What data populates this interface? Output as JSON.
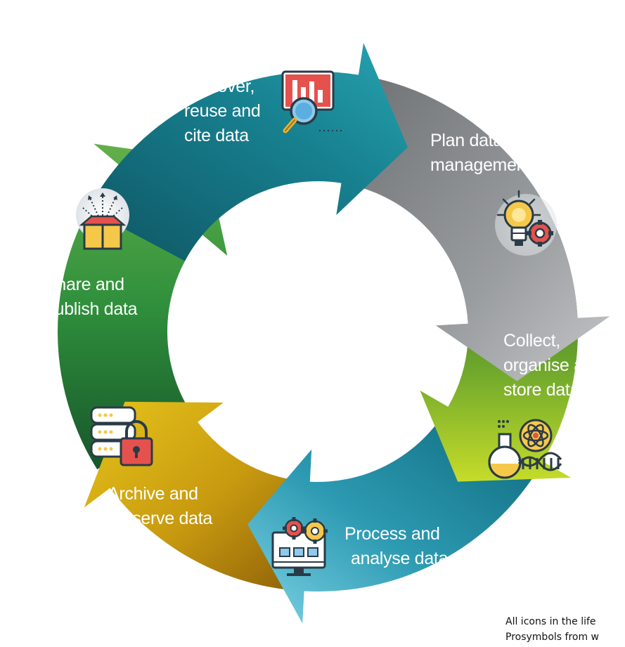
{
  "stages": [
    {
      "id": "discover",
      "lines": [
        "Discover,",
        "reuse and",
        "cite data"
      ],
      "icon": "dashboard-magnifier-icon",
      "color": "#147888"
    },
    {
      "id": "plan",
      "lines": [
        "Plan data",
        "management"
      ],
      "icon": "lightbulb-gear-icon",
      "color": "#8c8f92"
    },
    {
      "id": "collect",
      "lines": [
        "Collect,",
        "organise and",
        "store data"
      ],
      "icon": "science-flask-atom-dna-icon",
      "color": "#6fa82c"
    },
    {
      "id": "process",
      "lines": [
        "Process and",
        "analyse data"
      ],
      "icon": "computer-gears-icon",
      "color": "#1f8fa6"
    },
    {
      "id": "archive",
      "lines": [
        "Archive and",
        "preserve data"
      ],
      "icon": "database-lock-icon",
      "color": "#c89a10"
    },
    {
      "id": "share",
      "lines": [
        "Share and",
        "publish data"
      ],
      "icon": "open-box-share-icon",
      "color": "#2f8f3c"
    }
  ],
  "footnote": {
    "line1": "All icons in the life",
    "line2": "Prosymbols from w"
  }
}
